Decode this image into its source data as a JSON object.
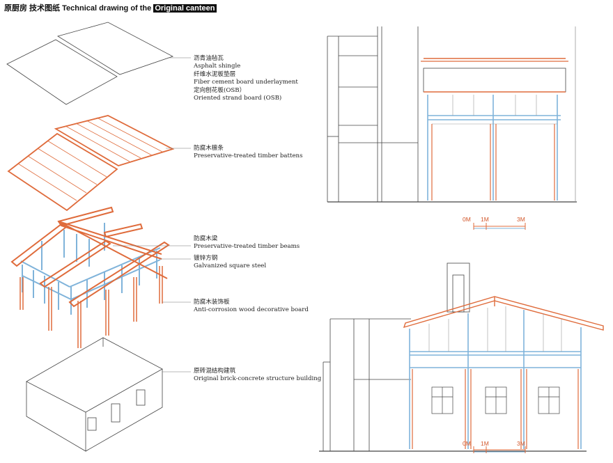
{
  "title": {
    "prefix": "原厨房 技术图纸  Technical drawing of the ",
    "highlight": "Original canteen"
  },
  "layers": [
    {
      "lines": [
        "沥青油毡瓦",
        "Asphalt shingle",
        "纤维水泥板垫层",
        "Fiber cement board underlayment",
        "定向刨花板(OSB）",
        "Oriented strand board (OSB)"
      ]
    },
    {
      "lines": [
        "防腐木檩条",
        "Preservative-treated timber battens"
      ]
    },
    {
      "lines": [
        "防腐木梁",
        "Preservative-treated timber beams"
      ]
    },
    {
      "lines": [
        "镀锌方钢",
        "Galvanized square steel"
      ]
    },
    {
      "lines": [
        "防腐木装饰板",
        "Anti-corrosion wood decorative board"
      ]
    },
    {
      "lines": [
        "原砖混结构建筑",
        "Original brick-concrete structure building"
      ]
    }
  ],
  "scale_bars": [
    {
      "labels": [
        "0M",
        "1M",
        "3M"
      ]
    },
    {
      "labels": [
        "0M",
        "1M",
        "3M"
      ]
    }
  ],
  "colors": {
    "timber": "#df6b3b",
    "steel": "#7fb3da",
    "line": "#444444"
  }
}
